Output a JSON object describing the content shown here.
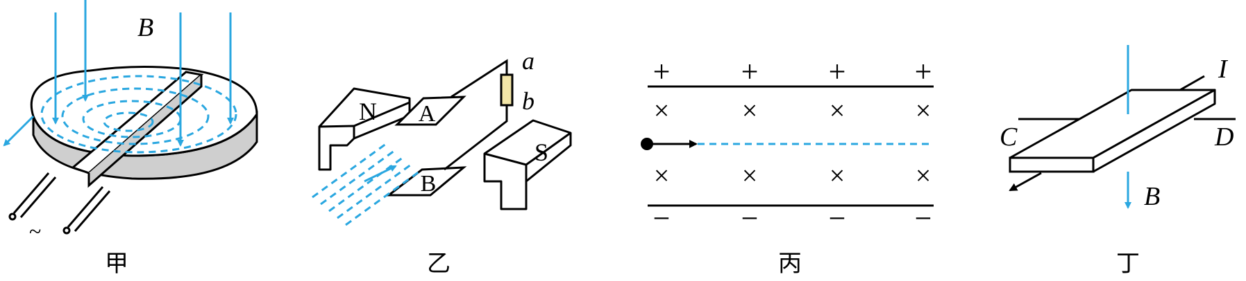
{
  "colors": {
    "field": "#2aa7e0",
    "line": "#000000",
    "resistor": "#f3e6a8",
    "disk_side": "#cfcfcf"
  },
  "panel_jia": {
    "caption": "甲",
    "field_label": "B",
    "ac_symbol": "~"
  },
  "panel_yi": {
    "caption": "乙",
    "magnet_n": "N",
    "magnet_s": "S",
    "plate_a": "A",
    "plate_b": "B",
    "terminal_a": "a",
    "terminal_b": "b"
  },
  "panel_bing": {
    "caption": "丙",
    "top_signs": [
      "+",
      "+",
      "+",
      "+"
    ],
    "bottom_signs": [
      "−",
      "−",
      "−",
      "−"
    ],
    "cross_symbol": "×"
  },
  "panel_ding": {
    "caption": "丁",
    "current_label": "I",
    "left_label": "C",
    "right_label": "D",
    "field_label": "B"
  }
}
